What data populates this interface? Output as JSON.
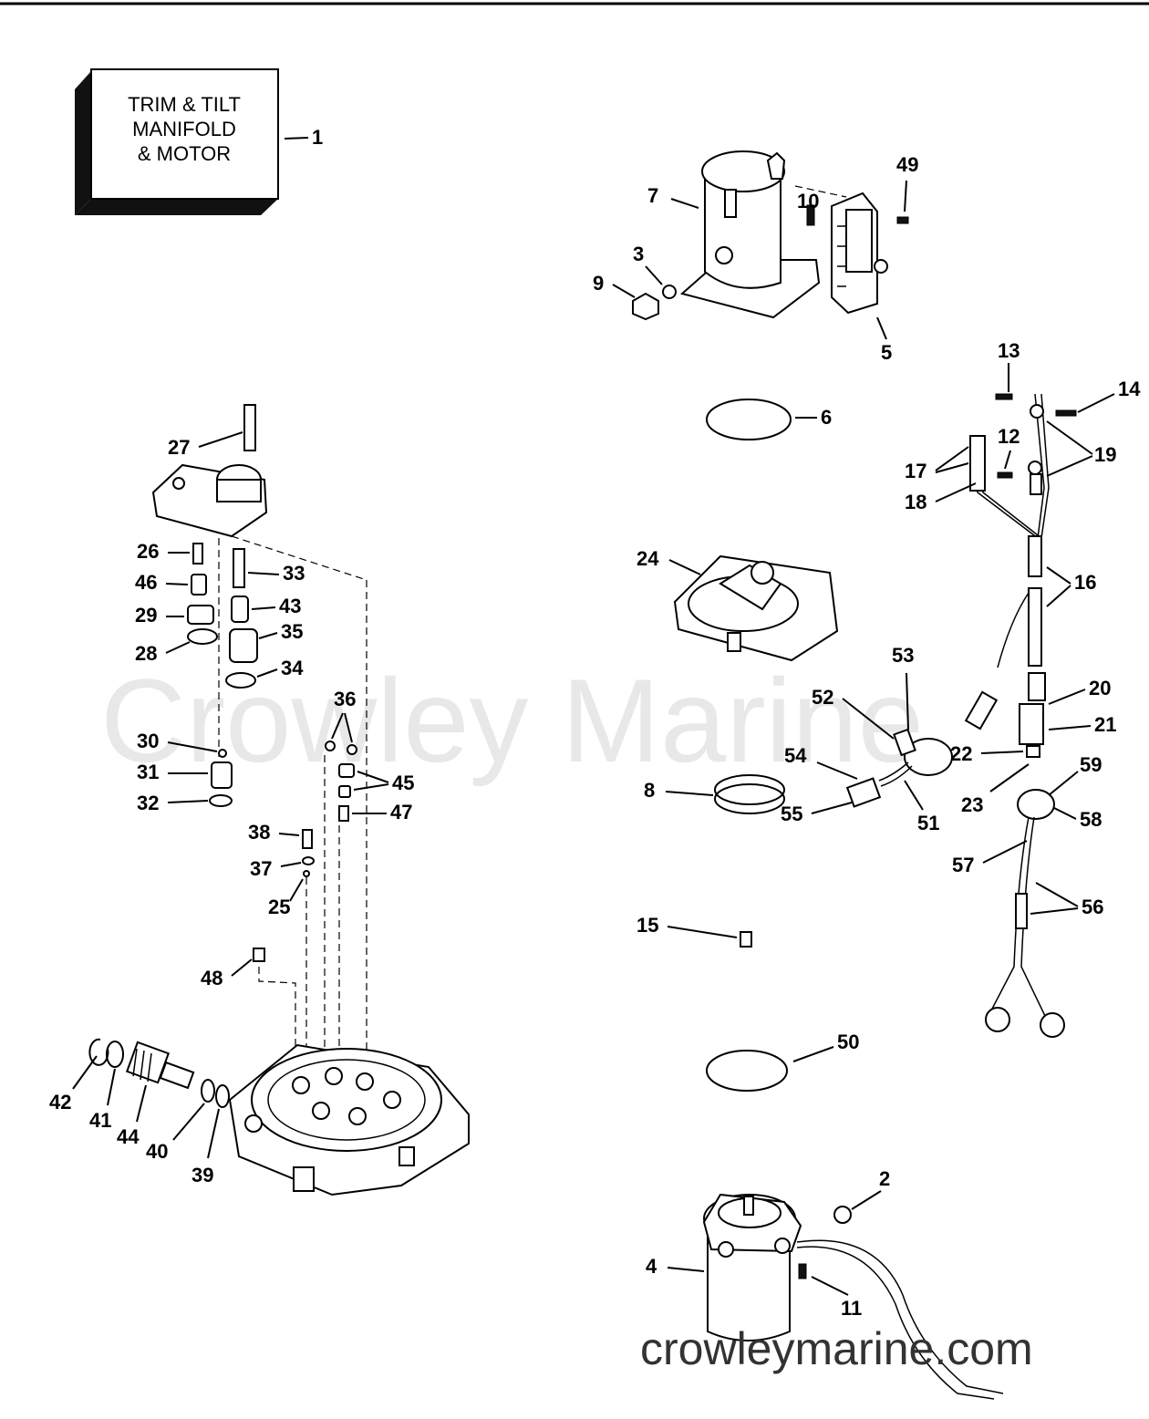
{
  "box": {
    "lines": [
      "TRIM & TILT",
      "MANIFOLD",
      "& MOTOR"
    ]
  },
  "watermark": "Crowley Marine",
  "site_url": "crowleymarine.com",
  "callouts": {
    "c1": "1",
    "c2": "2",
    "c3": "3",
    "c4": "4",
    "c5": "5",
    "c6": "6",
    "c7": "7",
    "c8": "8",
    "c9": "9",
    "c10": "10",
    "c11": "11",
    "c12": "12",
    "c13": "13",
    "c14": "14",
    "c15": "15",
    "c16": "16",
    "c17": "17",
    "c18": "18",
    "c19": "19",
    "c20": "20",
    "c21": "21",
    "c22": "22",
    "c23": "23",
    "c24": "24",
    "c25": "25",
    "c26": "26",
    "c27": "27",
    "c28": "28",
    "c29": "29",
    "c30": "30",
    "c31": "31",
    "c32": "32",
    "c33": "33",
    "c34": "34",
    "c35": "35",
    "c36": "36",
    "c37": "37",
    "c38": "38",
    "c39": "39",
    "c40": "40",
    "c41": "41",
    "c42": "42",
    "c43": "43",
    "c44": "44",
    "c45": "45",
    "c46": "46",
    "c47": "47",
    "c48": "48",
    "c49": "49",
    "c50": "50",
    "c51": "51",
    "c52": "52",
    "c53": "53",
    "c54": "54",
    "c55": "55",
    "c56": "56",
    "c57": "57",
    "c58": "58",
    "c59": "59"
  }
}
